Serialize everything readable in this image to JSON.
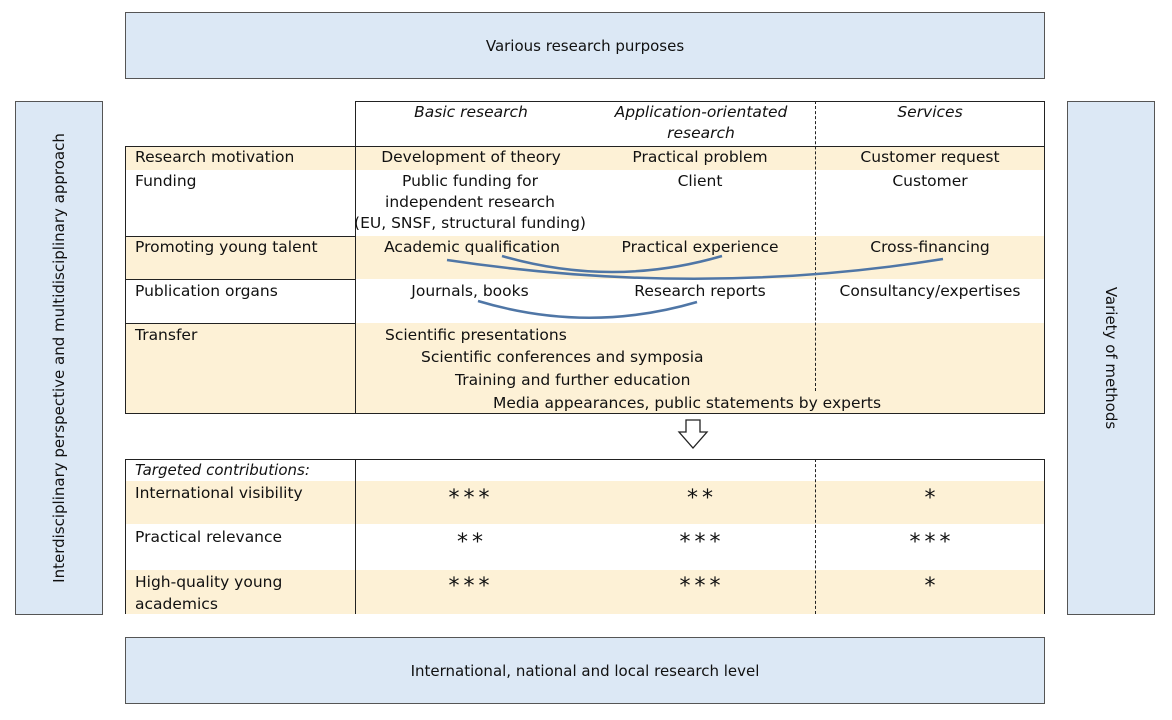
{
  "top_box": "Various research purposes",
  "bottom_box": "International, national and local research level",
  "left_box": "Interdisciplinary perspective and multidisciplinary approach",
  "right_box": "Variety of methods",
  "columns": [
    "Basic research",
    "Application-orientated research",
    "Services"
  ],
  "columns_lines": {
    "app_line1": "Application-orientated",
    "app_line2": "research"
  },
  "rows": {
    "motivation": {
      "label": "Research motivation",
      "basic": "Development of theory",
      "app": "Practical problem",
      "services": "Customer request"
    },
    "funding": {
      "label": "Funding",
      "basic": [
        "Public funding for",
        "independent research",
        "(EU, SNSF, structural funding)"
      ],
      "app": "Client",
      "services": "Customer"
    },
    "talent": {
      "label": "Promoting young talent",
      "basic": "Academic qualification",
      "app": "Practical experience",
      "services": "Cross-financing"
    },
    "publication": {
      "label": "Publication organs",
      "basic": "Journals, books",
      "app": "Research reports",
      "services": "Consultancy/expertises"
    },
    "transfer": {
      "label": "Transfer",
      "items": [
        "Scientific presentations",
        "Scientific conferences and symposia",
        "Training and further education",
        "Media appearances, public statements by experts"
      ]
    }
  },
  "contributions": {
    "heading": "Targeted contributions:",
    "rows": [
      {
        "label": [
          "International visibility"
        ],
        "basic": "***",
        "app": "**",
        "services": "*"
      },
      {
        "label": [
          "Practical relevance"
        ],
        "basic": "**",
        "app": "***",
        "services": "***"
      },
      {
        "label": [
          "High-quality young",
          "academics"
        ],
        "basic": "***",
        "app": "***",
        "services": "*"
      }
    ]
  },
  "colors": {
    "box_fill": "#dce8f5",
    "band_fill": "#fdf1d6",
    "arrow": "#4f76a6"
  }
}
